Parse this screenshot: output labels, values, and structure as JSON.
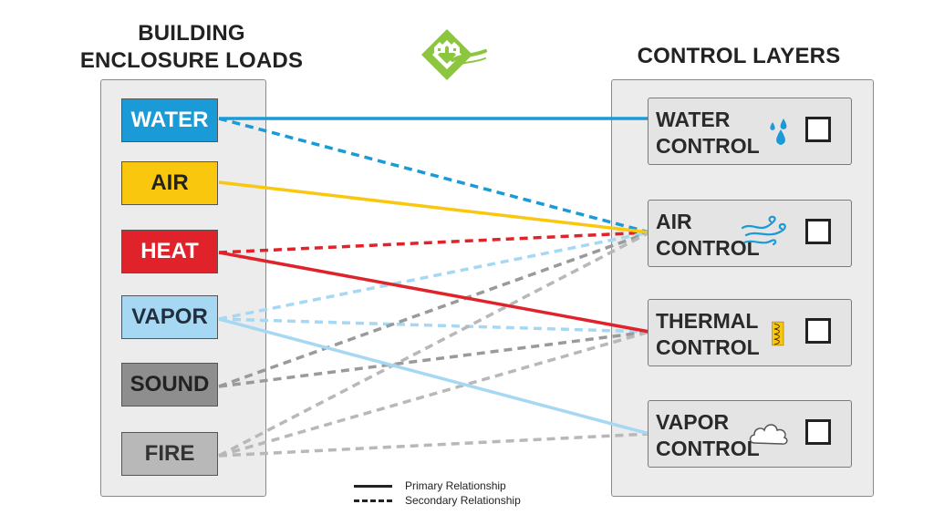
{
  "left_heading": {
    "line1": "BUILDING",
    "line2": "ENCLOSURE LOADS"
  },
  "right_heading": "CONTROL LAYERS",
  "logo": {
    "icon": "green-house-logo-icon",
    "color": "#8cc63f"
  },
  "loads": [
    {
      "id": "water",
      "label": "WATER",
      "fill": "#1a9ad6",
      "text_color": "#ffffff"
    },
    {
      "id": "air",
      "label": "AIR",
      "fill": "#f9c80e",
      "text_color": "#222222"
    },
    {
      "id": "heat",
      "label": "HEAT",
      "fill": "#e0232b",
      "text_color": "#ffffff"
    },
    {
      "id": "vapor",
      "label": "VAPOR",
      "fill": "#a6d8f3",
      "text_color": "#1f2f3f"
    },
    {
      "id": "sound",
      "label": "SOUND",
      "fill": "#8e8e8e",
      "text_color": "#222222"
    },
    {
      "id": "fire",
      "label": "FIRE",
      "fill": "#b8b8b8",
      "text_color": "#333333"
    }
  ],
  "layers": [
    {
      "id": "water",
      "line1": "WATER",
      "line2": "CONTROL",
      "icon": "water-drops-icon"
    },
    {
      "id": "air",
      "line1": "AIR",
      "line2": "CONTROL",
      "icon": "wind-icon"
    },
    {
      "id": "thermal",
      "line1": "THERMAL",
      "line2": "CONTROL",
      "icon": "insulation-icon"
    },
    {
      "id": "vapor",
      "line1": "VAPOR",
      "line2": "CONTROL",
      "icon": "cloud-icon"
    }
  ],
  "relationships": [
    {
      "from": "water",
      "to": "water",
      "type": "primary",
      "color": "#1a9ad6"
    },
    {
      "from": "water",
      "to": "air",
      "type": "secondary",
      "color": "#1a9ad6"
    },
    {
      "from": "air",
      "to": "air",
      "type": "primary",
      "color": "#f9c80e"
    },
    {
      "from": "heat",
      "to": "air",
      "type": "secondary",
      "color": "#e0232b"
    },
    {
      "from": "heat",
      "to": "thermal",
      "type": "primary",
      "color": "#e0232b"
    },
    {
      "from": "vapor",
      "to": "air",
      "type": "secondary",
      "color": "#a6d8f3"
    },
    {
      "from": "vapor",
      "to": "thermal",
      "type": "secondary",
      "color": "#a6d8f3"
    },
    {
      "from": "vapor",
      "to": "vapor",
      "type": "primary",
      "color": "#a6d8f3"
    },
    {
      "from": "sound",
      "to": "air",
      "type": "secondary",
      "color": "#9a9a9a"
    },
    {
      "from": "sound",
      "to": "thermal",
      "type": "secondary",
      "color": "#9a9a9a"
    },
    {
      "from": "fire",
      "to": "air",
      "type": "secondary",
      "color": "#b8b8b8"
    },
    {
      "from": "fire",
      "to": "thermal",
      "type": "secondary",
      "color": "#b8b8b8"
    },
    {
      "from": "fire",
      "to": "vapor",
      "type": "secondary",
      "color": "#b8b8b8"
    }
  ],
  "legend": {
    "primary": "Primary Relationship",
    "secondary": "Secondary Relationship"
  }
}
